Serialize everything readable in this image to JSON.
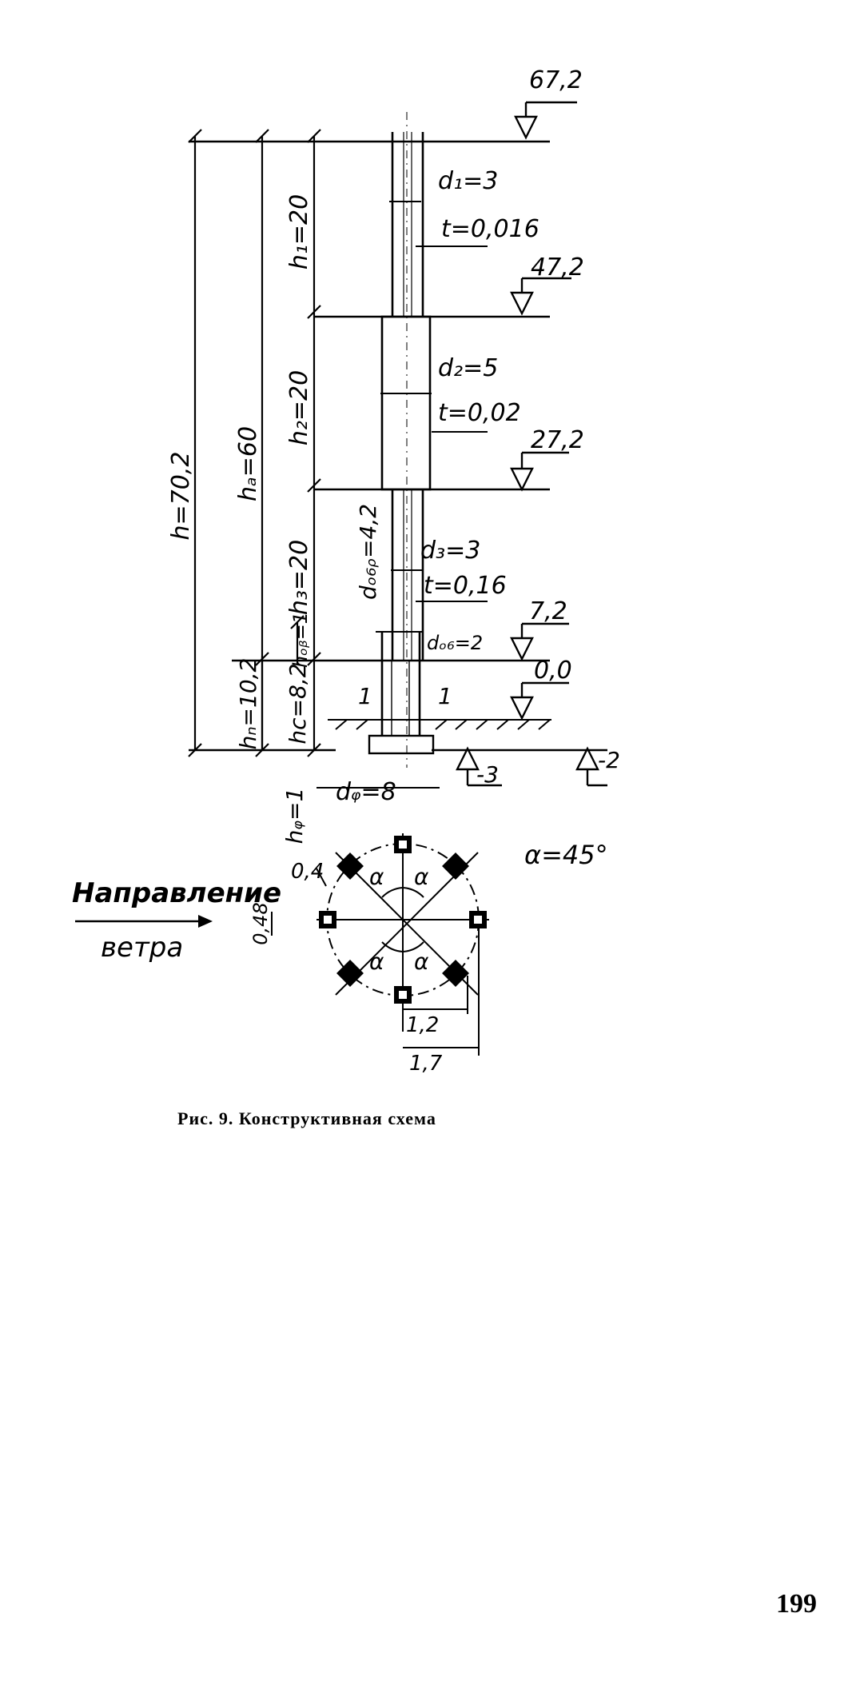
{
  "drawing": {
    "levels": {
      "top": "67,2",
      "l1": "47,2",
      "l2": "27,2",
      "l3": "7,2",
      "ground": "0,0",
      "foundation": "-3",
      "bottom": "-2"
    },
    "dims": {
      "h_total": "h=70,2",
      "h_a": "hₐ=60",
      "h_n": "hₙ=10,2",
      "h_c": "hᴄ=8,2",
      "h1": "h₁=20",
      "h2": "h₂=20",
      "h3": "h₃=20",
      "h_ob": "hₒᵦ=1",
      "h_f": "hᵩ=1",
      "d1": "d₁=3",
      "d2": "d₂=5",
      "d3": "d₃=3",
      "t1": "t=0,016",
      "t2": "t=0,02",
      "t3": "t=0,16",
      "d_ob": "dₒ₆ᵨ=4,2",
      "d_ob_small": "dₒ₆=2",
      "d_f": "dᵩ=8",
      "zone_left": "1",
      "zone_right": "1"
    },
    "plan": {
      "alpha_note": "α=45°",
      "alpha": "α",
      "dim_04": "0,4",
      "dim_048": "0,48",
      "dim_12": "1,2",
      "dim_17": "1,7",
      "wind_line1": "Направление",
      "wind_line2": "ветра"
    }
  },
  "caption": "Рис. 9. Конструктивная схема",
  "page_number": "199"
}
